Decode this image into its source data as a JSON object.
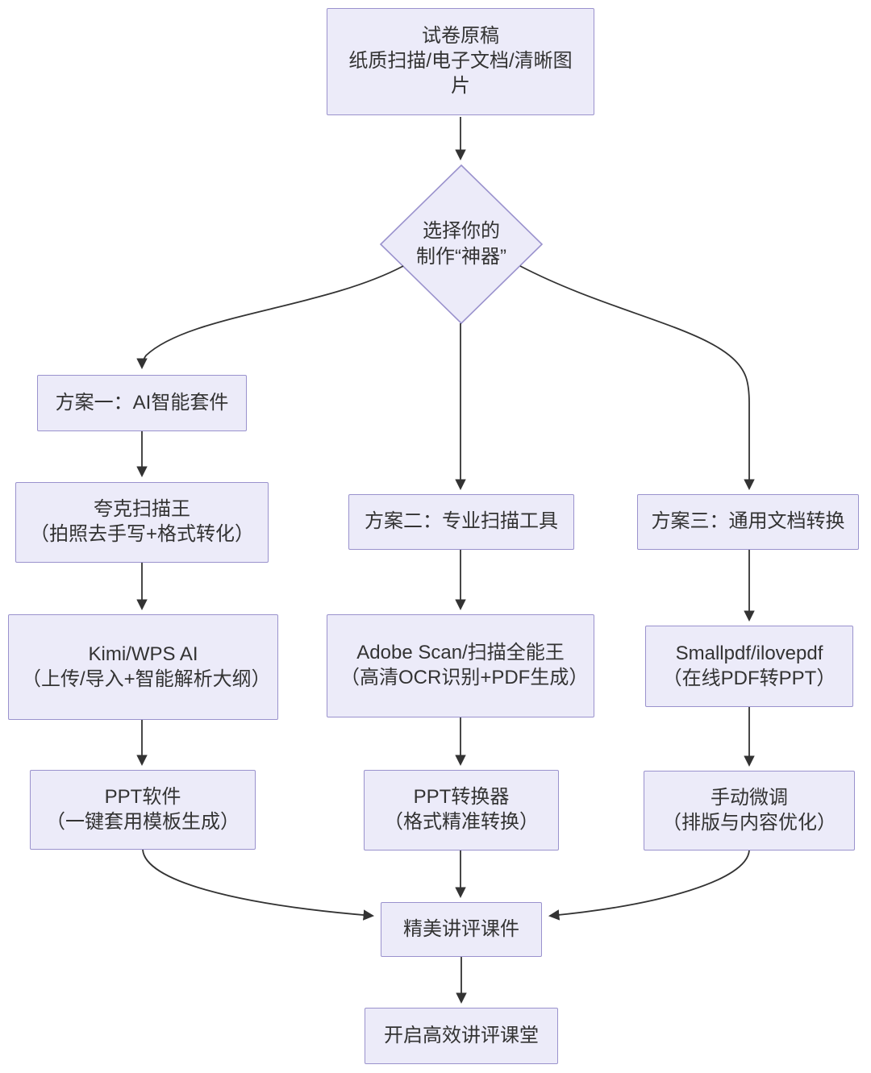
{
  "colors": {
    "node_fill": "#ecebf9",
    "node_border": "#9a92cd",
    "edge": "#333333",
    "text": "#333333",
    "background": "#ffffff"
  },
  "nodes": {
    "source": {
      "title": "试卷原稿",
      "subtitle": "纸质扫描/电子文档/清晰图片"
    },
    "decision": {
      "line1": "选择你的",
      "line2": "制作“神器”"
    },
    "plan1": {
      "title": "方案一：AI智能套件"
    },
    "quark": {
      "title": "夸克扫描王",
      "subtitle": "（拍照去手写+格式转化）"
    },
    "kimi": {
      "title": "Kimi/WPS AI",
      "subtitle": "（上传/导入+智能解析大纲）"
    },
    "ppt_software": {
      "title": "PPT软件",
      "subtitle": "（一键套用模板生成）"
    },
    "plan2": {
      "title": "方案二：专业扫描工具"
    },
    "adobe_scan": {
      "title": "Adobe Scan/扫描全能王",
      "subtitle": "（高清OCR识别+PDF生成）"
    },
    "ppt_converter": {
      "title": "PPT转换器",
      "subtitle": "（格式精准转换）"
    },
    "plan3": {
      "title": "方案三：通用文档转换"
    },
    "smallpdf": {
      "title": "Smallpdf/ilovepdf",
      "subtitle": "（在线PDF转PPT）"
    },
    "manual_tune": {
      "title": "手动微调",
      "subtitle": "（排版与内容优化）"
    },
    "courseware": {
      "title": "精美讲评课件"
    },
    "classroom": {
      "title": "开启高效讲评课堂"
    }
  }
}
